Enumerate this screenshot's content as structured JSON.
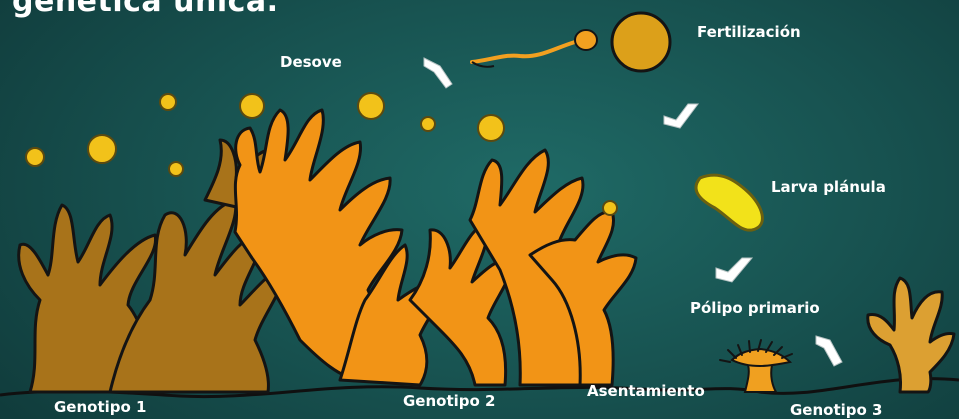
{
  "title": "genética única.",
  "labels": {
    "desove": "Desove",
    "fertilizacion": "Fertilización",
    "larva": "Larva  plánula",
    "polipo": "Pólipo primario",
    "asentamiento": "Asentamiento",
    "genotipo1": "Genotipo 1",
    "genotipo2": "Genotipo 2",
    "genotipo3": "Genotipo 3"
  },
  "colors": {
    "background": "#17514f",
    "coral_genotype_1": "#a8731a",
    "coral_genotype_2": "#f29416",
    "coral_genotype_3": "#dca032",
    "egg": "#f2c21a",
    "larva": "#f2e21a",
    "arrow": "#ffffff"
  }
}
